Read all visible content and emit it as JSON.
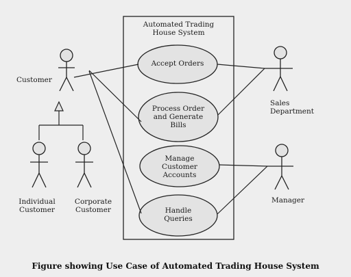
{
  "system": {
    "title_line1": "Automated Trading",
    "title_line2": "House System"
  },
  "actors": {
    "customer": "Customer",
    "individual_line1": "Individual",
    "individual_line2": "Customer",
    "corporate_line1": "Corporate",
    "corporate_line2": "Customer",
    "sales_line1": "Sales",
    "sales_line2": "Department",
    "manager": "Manager"
  },
  "use_cases": {
    "accept_orders": "Accept Orders",
    "process_order": "Process Order\nand Generate\nBills",
    "manage_accounts": "Manage\nCustomer\nAccounts",
    "handle_queries": "Handle\nQueries"
  },
  "caption": "Figure showing Use Case of Automated Trading House System"
}
